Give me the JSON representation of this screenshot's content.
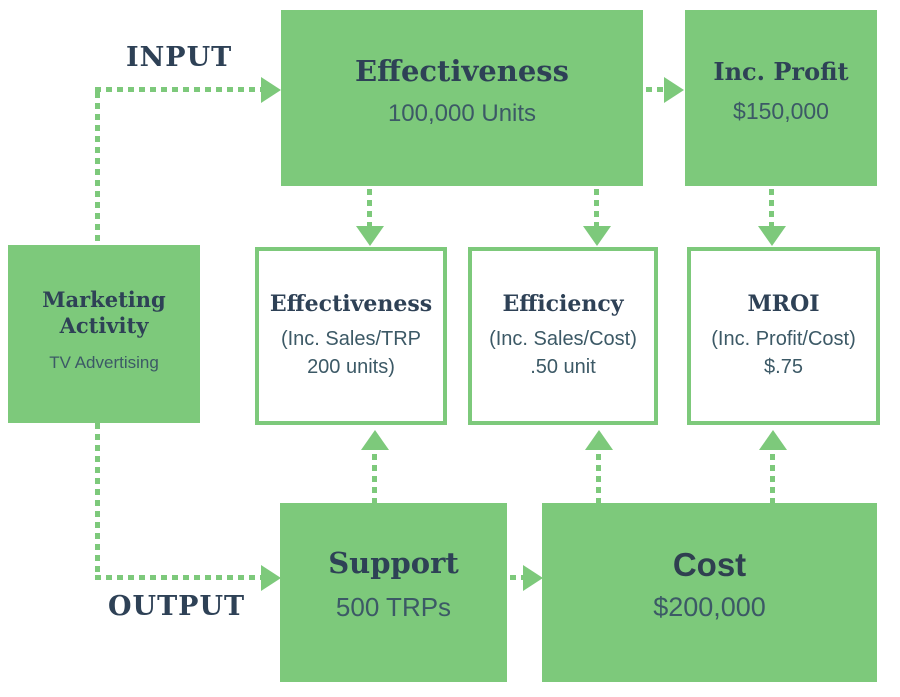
{
  "colors": {
    "green": "#7dc97b",
    "heading_text": "#2e4156",
    "body_text": "#3c5966",
    "cost_heading_text": "#2f3f50",
    "background": "#ffffff"
  },
  "labels": {
    "input": "INPUT",
    "output": "OUTPUT"
  },
  "nodes": {
    "marketing_activity": {
      "title": "Marketing Activity",
      "subtitle": "TV Advertising"
    },
    "effectiveness_top": {
      "title": "Effectiveness",
      "subtitle": "100,000 Units"
    },
    "inc_profit": {
      "title": "Inc. Profit",
      "subtitle": "$150,000"
    },
    "effectiveness_metric": {
      "title": "Effectiveness",
      "line1": "(Inc. Sales/TRP",
      "line2": "200 units)"
    },
    "efficiency_metric": {
      "title": "Efficiency",
      "line1": "(Inc. Sales/Cost)",
      "line2": ".50 unit"
    },
    "mroi_metric": {
      "title": "MROI",
      "line1": "(Inc. Profit/Cost)",
      "line2": "$.75"
    },
    "support": {
      "title": "Support",
      "subtitle": "500 TRPs"
    },
    "cost": {
      "title": "Cost",
      "subtitle": "$200,000"
    }
  }
}
